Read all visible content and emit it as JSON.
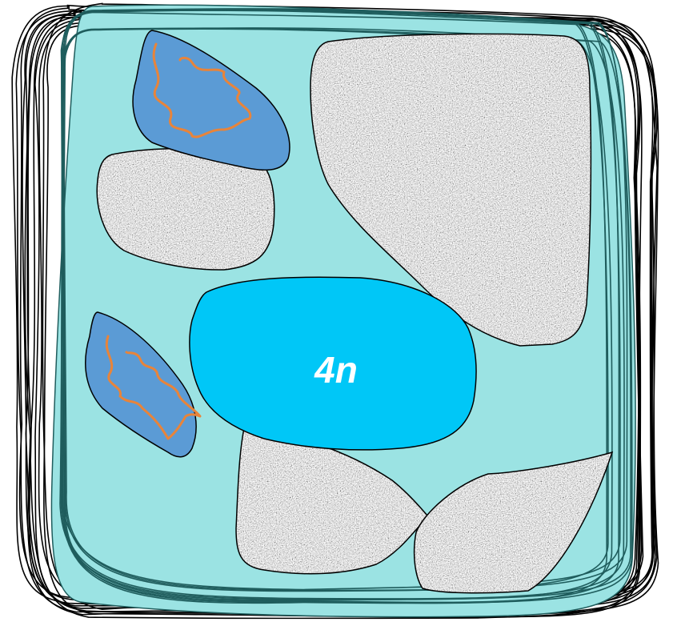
{
  "diagram": {
    "nucleus": {
      "label": "4n"
    },
    "colors": {
      "cell": "#9be3e3",
      "cell_wall_lines": "#1f5d5d",
      "outer_wall_lines": "#000000",
      "nucleus": "#00c7f7",
      "chloroplast": "#5b9bd5",
      "thylakoid": "#e8843a",
      "vacuole_light": "#d9d9d9",
      "vacuole_dark": "#3a3a3a"
    },
    "parts": [
      "cell",
      "nucleus",
      "chloroplast",
      "chloroplast",
      "vacuole",
      "vacuole",
      "vacuole",
      "vacuole"
    ]
  }
}
